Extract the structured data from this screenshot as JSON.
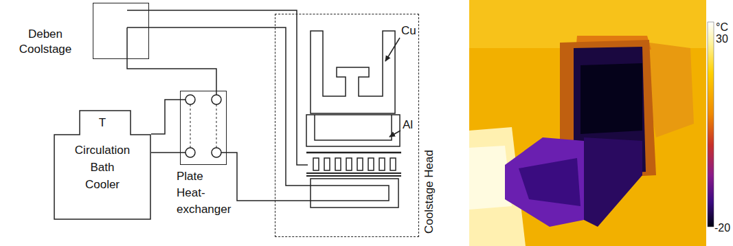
{
  "diagram": {
    "nodes": [
      {
        "text": [
          "Deben Coolstage"
        ]
      },
      {
        "text": [
          "T",
          "Circulation Bath Cooler"
        ]
      },
      {
        "text": [
          "Plate Heat- exchanger"
        ]
      },
      {
        "text": [
          "Coolstage Head"
        ]
      }
    ],
    "edges": [
      {
        "from": 0,
        "to": 3,
        "arrow": "none"
      },
      {
        "from": 0,
        "to": 3,
        "arrow": "none"
      },
      {
        "from": 0,
        "to": 2,
        "arrow": "none"
      },
      {
        "from": 1,
        "to": 2,
        "arrow": "none"
      },
      {
        "from": 1,
        "to": 2,
        "arrow": "none"
      },
      {
        "from": 2,
        "to": 3,
        "arrow": "none"
      }
    ],
    "labels": [
      "Cu",
      "Al",
      "°C",
      "30",
      "-20"
    ]
  }
}
